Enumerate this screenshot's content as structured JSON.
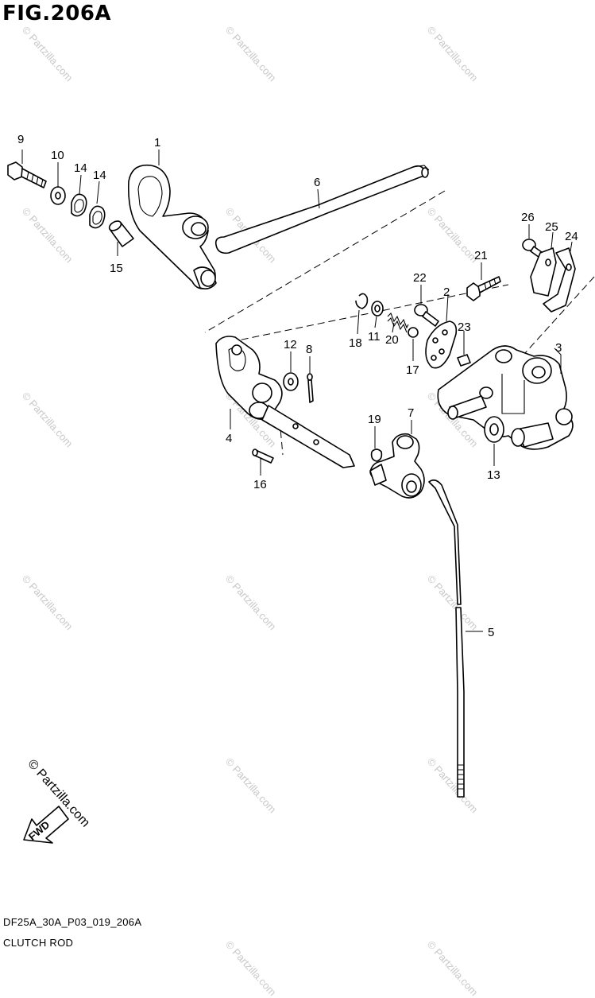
{
  "figure": {
    "title": "FIG.206A",
    "code": "DF25A_30A_P03_019_206A",
    "name": "CLUTCH ROD"
  },
  "watermark": {
    "text": "© Partzilla.com",
    "copyright": "© Partzilla.com",
    "fwd_label": "FWD"
  },
  "parts": [
    {
      "id": "1",
      "label": "1"
    },
    {
      "id": "2",
      "label": "2"
    },
    {
      "id": "3",
      "label": "3"
    },
    {
      "id": "4",
      "label": "4"
    },
    {
      "id": "5",
      "label": "5"
    },
    {
      "id": "6",
      "label": "6"
    },
    {
      "id": "7",
      "label": "7"
    },
    {
      "id": "8",
      "label": "8"
    },
    {
      "id": "9",
      "label": "9"
    },
    {
      "id": "10",
      "label": "10"
    },
    {
      "id": "11",
      "label": "11"
    },
    {
      "id": "12",
      "label": "12"
    },
    {
      "id": "13",
      "label": "13"
    },
    {
      "id": "14a",
      "label": "14"
    },
    {
      "id": "14b",
      "label": "14"
    },
    {
      "id": "15",
      "label": "15"
    },
    {
      "id": "16",
      "label": "16"
    },
    {
      "id": "17",
      "label": "17"
    },
    {
      "id": "18",
      "label": "18"
    },
    {
      "id": "19",
      "label": "19"
    },
    {
      "id": "20",
      "label": "20"
    },
    {
      "id": "21",
      "label": "21"
    },
    {
      "id": "22",
      "label": "22"
    },
    {
      "id": "23",
      "label": "23"
    },
    {
      "id": "24",
      "label": "24"
    },
    {
      "id": "25",
      "label": "25"
    },
    {
      "id": "26",
      "label": "26"
    }
  ]
}
